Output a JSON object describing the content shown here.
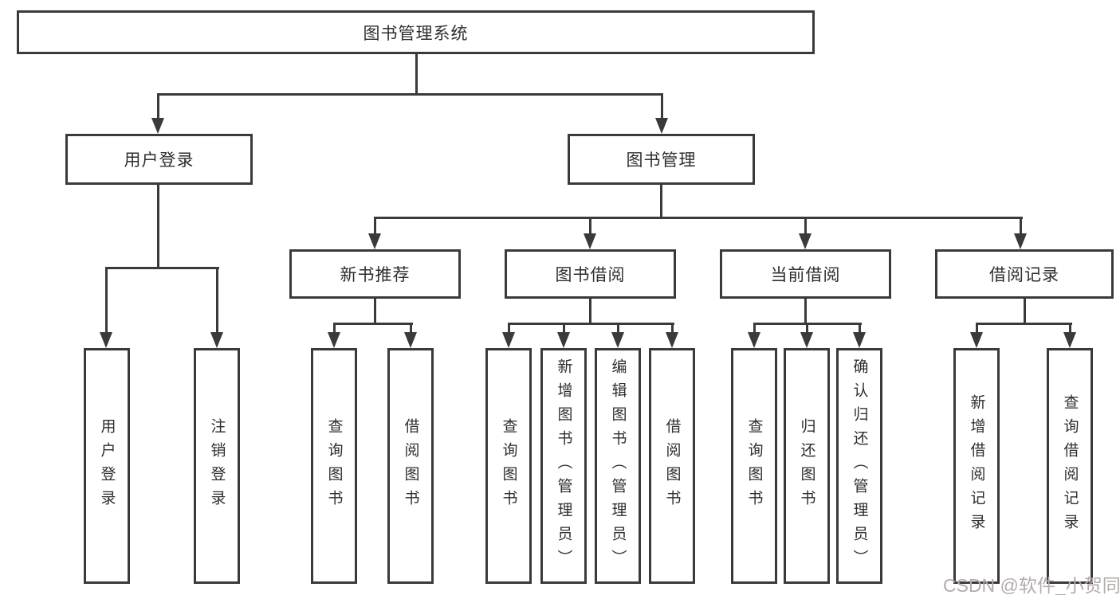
{
  "diagram": {
    "root": {
      "label": "图书管理系统"
    },
    "level2": [
      {
        "label": "用户登录"
      },
      {
        "label": "图书管理"
      }
    ],
    "level3": [
      {
        "label": "新书推荐",
        "parent": "图书管理"
      },
      {
        "label": "图书借阅",
        "parent": "图书管理"
      },
      {
        "label": "当前借阅",
        "parent": "图书管理"
      },
      {
        "label": "借阅记录",
        "parent": "图书管理"
      }
    ],
    "leaves": [
      {
        "label": "用户登录",
        "parent": "用户登录"
      },
      {
        "label": "注销登录",
        "parent": "用户登录"
      },
      {
        "label": "查询图书",
        "parent": "新书推荐"
      },
      {
        "label": "借阅图书",
        "parent": "新书推荐"
      },
      {
        "label": "查询图书",
        "parent": "图书借阅"
      },
      {
        "label": "新增图书（管理员）",
        "parent": "图书借阅"
      },
      {
        "label": "编辑图书（管理员）",
        "parent": "图书借阅"
      },
      {
        "label": "借阅图书",
        "parent": "图书借阅"
      },
      {
        "label": "查询图书",
        "parent": "当前借阅"
      },
      {
        "label": "归还图书",
        "parent": "当前借阅"
      },
      {
        "label": "确认归还（管理员）",
        "parent": "当前借阅"
      },
      {
        "label": "新增借阅记录",
        "parent": "借阅记录"
      },
      {
        "label": "查询借阅记录",
        "parent": "借阅记录"
      }
    ]
  },
  "watermark": {
    "text": "CSDN @软件_小贺同学"
  },
  "colors": {
    "line": "#3a3a3a",
    "box_border": "#3a3a3a",
    "text": "#2e2e2e",
    "watermark": "#b5abab",
    "background": "#ffffff"
  }
}
